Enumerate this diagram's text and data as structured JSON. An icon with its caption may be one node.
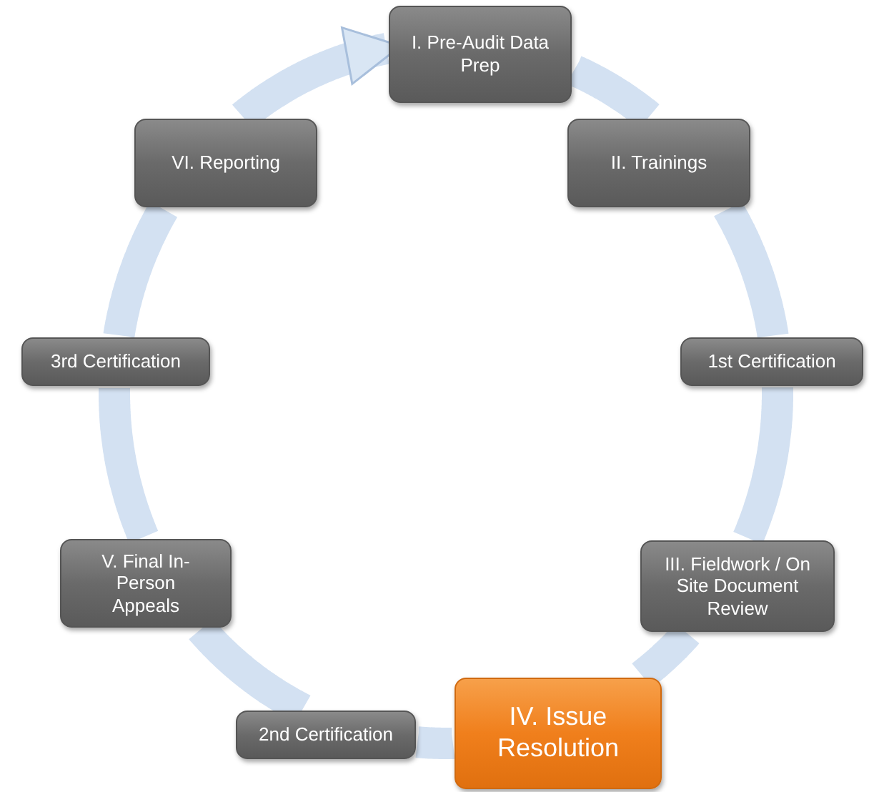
{
  "diagram": {
    "nodes": [
      {
        "text": [
          "I. Pre-Audit Data Prep"
        ]
      },
      {
        "text": [
          "II. Trainings"
        ]
      },
      {
        "text": [
          "1st Certification"
        ]
      },
      {
        "text": [
          "III. Fieldwork / On Site Document Review"
        ]
      },
      {
        "text": [
          "IV. Issue Resolution"
        ]
      },
      {
        "text": [
          "2nd Certification"
        ]
      },
      {
        "text": [
          "V. Final In-Person Appeals"
        ]
      },
      {
        "text": [
          "3rd Certification"
        ]
      },
      {
        "text": [
          "VI. Reporting"
        ]
      }
    ],
    "edges": [
      {
        "from": 0,
        "to": 1,
        "arrow": "none"
      },
      {
        "from": 1,
        "to": 2,
        "arrow": "none"
      },
      {
        "from": 2,
        "to": 3,
        "arrow": "none"
      },
      {
        "from": 3,
        "to": 4,
        "arrow": "none"
      },
      {
        "from": 4,
        "to": 5,
        "arrow": "none"
      },
      {
        "from": 5,
        "to": 6,
        "arrow": "none"
      },
      {
        "from": 6,
        "to": 7,
        "arrow": "none"
      },
      {
        "from": 7,
        "to": 8,
        "arrow": "none"
      },
      {
        "from": 8,
        "to": 0,
        "arrow": "to"
      }
    ]
  }
}
